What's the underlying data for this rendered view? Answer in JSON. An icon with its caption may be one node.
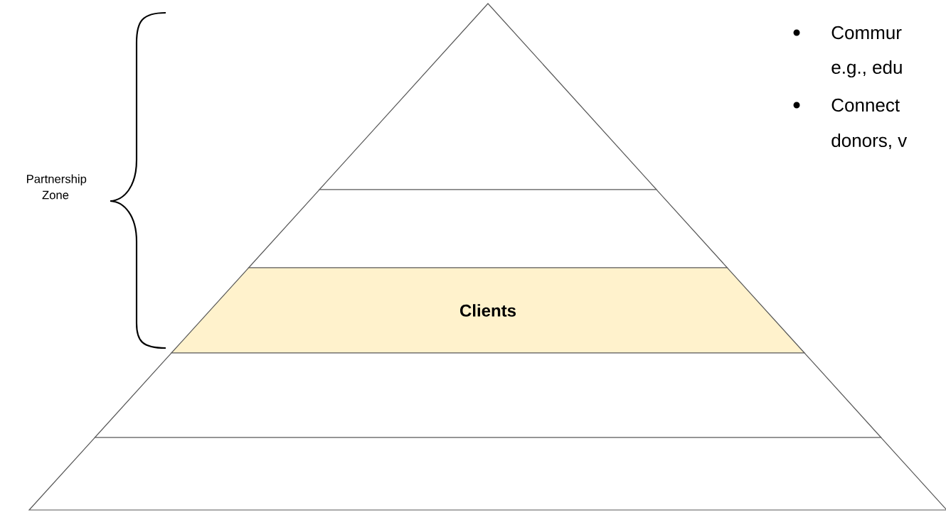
{
  "diagram": {
    "nodes": [
      {
        "text": [],
        "shape": "triangle"
      },
      {
        "text": [],
        "shape": "band"
      },
      {
        "text": [
          "Clients"
        ]
      },
      {
        "text": [],
        "shape": "band"
      },
      {
        "text": [],
        "shape": "band"
      }
    ],
    "edges": [],
    "labels": [
      "Partnership Zone",
      "Commur",
      "e.g., edu",
      "Connect",
      "donors, v"
    ]
  }
}
